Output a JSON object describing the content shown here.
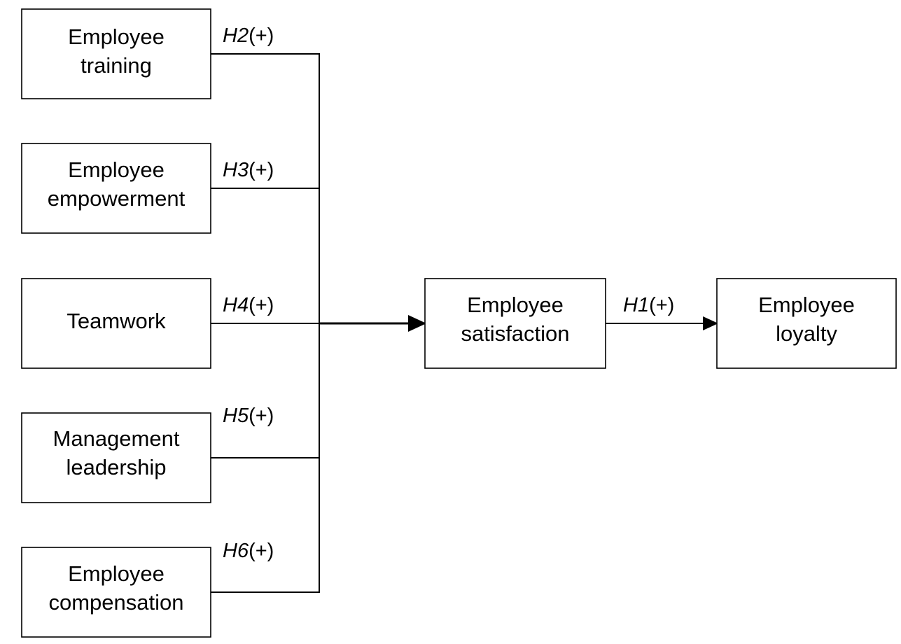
{
  "diagram": {
    "boxes": {
      "training": [
        "Employee",
        "training"
      ],
      "empowerment": [
        "Employee",
        "empowerment"
      ],
      "teamwork": [
        "Teamwork"
      ],
      "leadership": [
        "Management",
        "leadership"
      ],
      "compensation": [
        "Employee",
        "compensation"
      ],
      "satisfaction": [
        "Employee",
        "satisfaction"
      ],
      "loyalty": [
        "Employee",
        "loyalty"
      ]
    },
    "hypotheses": {
      "h2": {
        "id": "H2",
        "sign": "(+)"
      },
      "h3": {
        "id": "H3",
        "sign": "(+)"
      },
      "h4": {
        "id": "H4",
        "sign": "(+)"
      },
      "h5": {
        "id": "H5",
        "sign": "(+)"
      },
      "h6": {
        "id": "H6",
        "sign": "(+)"
      },
      "h1": {
        "id": "H1",
        "sign": "(+)"
      }
    }
  }
}
